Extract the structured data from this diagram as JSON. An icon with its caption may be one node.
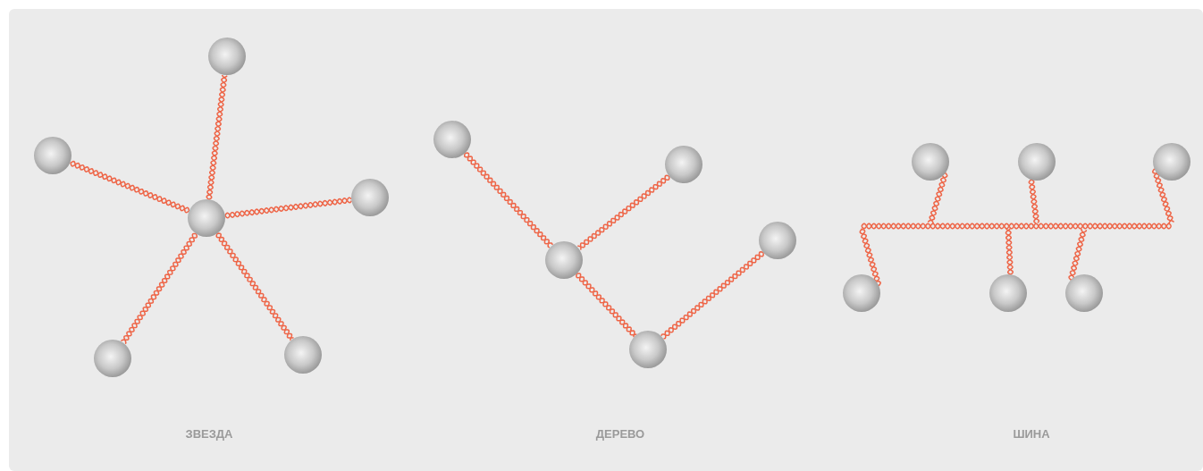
{
  "diagram": {
    "nodes": [
      {
        "text": [],
        "shape": "circle"
      },
      {
        "text": [],
        "shape": "circle"
      },
      {
        "text": [],
        "shape": "circle"
      },
      {
        "text": [],
        "shape": "circle"
      },
      {
        "text": [],
        "shape": "circle"
      },
      {
        "text": [],
        "shape": "circle"
      },
      {
        "text": [],
        "shape": "circle"
      },
      {
        "text": [],
        "shape": "circle"
      },
      {
        "text": [],
        "shape": "circle"
      },
      {
        "text": [],
        "shape": "circle"
      },
      {
        "text": [],
        "shape": "circle"
      },
      {
        "text": [],
        "shape": "circle"
      },
      {
        "text": [],
        "shape": "circle"
      },
      {
        "text": [],
        "shape": "circle"
      },
      {
        "text": [],
        "shape": "bar"
      },
      {
        "text": [],
        "shape": "circle"
      },
      {
        "text": [],
        "shape": "circle"
      },
      {
        "text": [],
        "shape": "circle"
      }
    ],
    "edges": [
      {
        "from": 3,
        "to": 0,
        "arrow": "none"
      },
      {
        "from": 3,
        "to": 1,
        "arrow": "none"
      },
      {
        "from": 3,
        "to": 2,
        "arrow": "none"
      },
      {
        "from": 3,
        "to": 4,
        "arrow": "none"
      },
      {
        "from": 3,
        "to": 5,
        "arrow": "none"
      },
      {
        "from": 6,
        "to": 9,
        "arrow": "none"
      },
      {
        "from": 7,
        "to": 9,
        "arrow": "none"
      },
      {
        "from": 9,
        "to": 10,
        "arrow": "none"
      },
      {
        "from": 8,
        "to": 10,
        "arrow": "none"
      },
      {
        "from": 11,
        "to": 14,
        "arrow": "none"
      },
      {
        "from": 12,
        "to": 14,
        "arrow": "none"
      },
      {
        "from": 13,
        "to": 14,
        "arrow": "none"
      },
      {
        "from": 15,
        "to": 14,
        "arrow": "none"
      },
      {
        "from": 16,
        "to": 14,
        "arrow": "none"
      },
      {
        "from": 17,
        "to": 14,
        "arrow": "none"
      }
    ],
    "labels": [
      "ЗВЕЗДА",
      "ДЕРЕВО",
      "ШИНА"
    ]
  }
}
